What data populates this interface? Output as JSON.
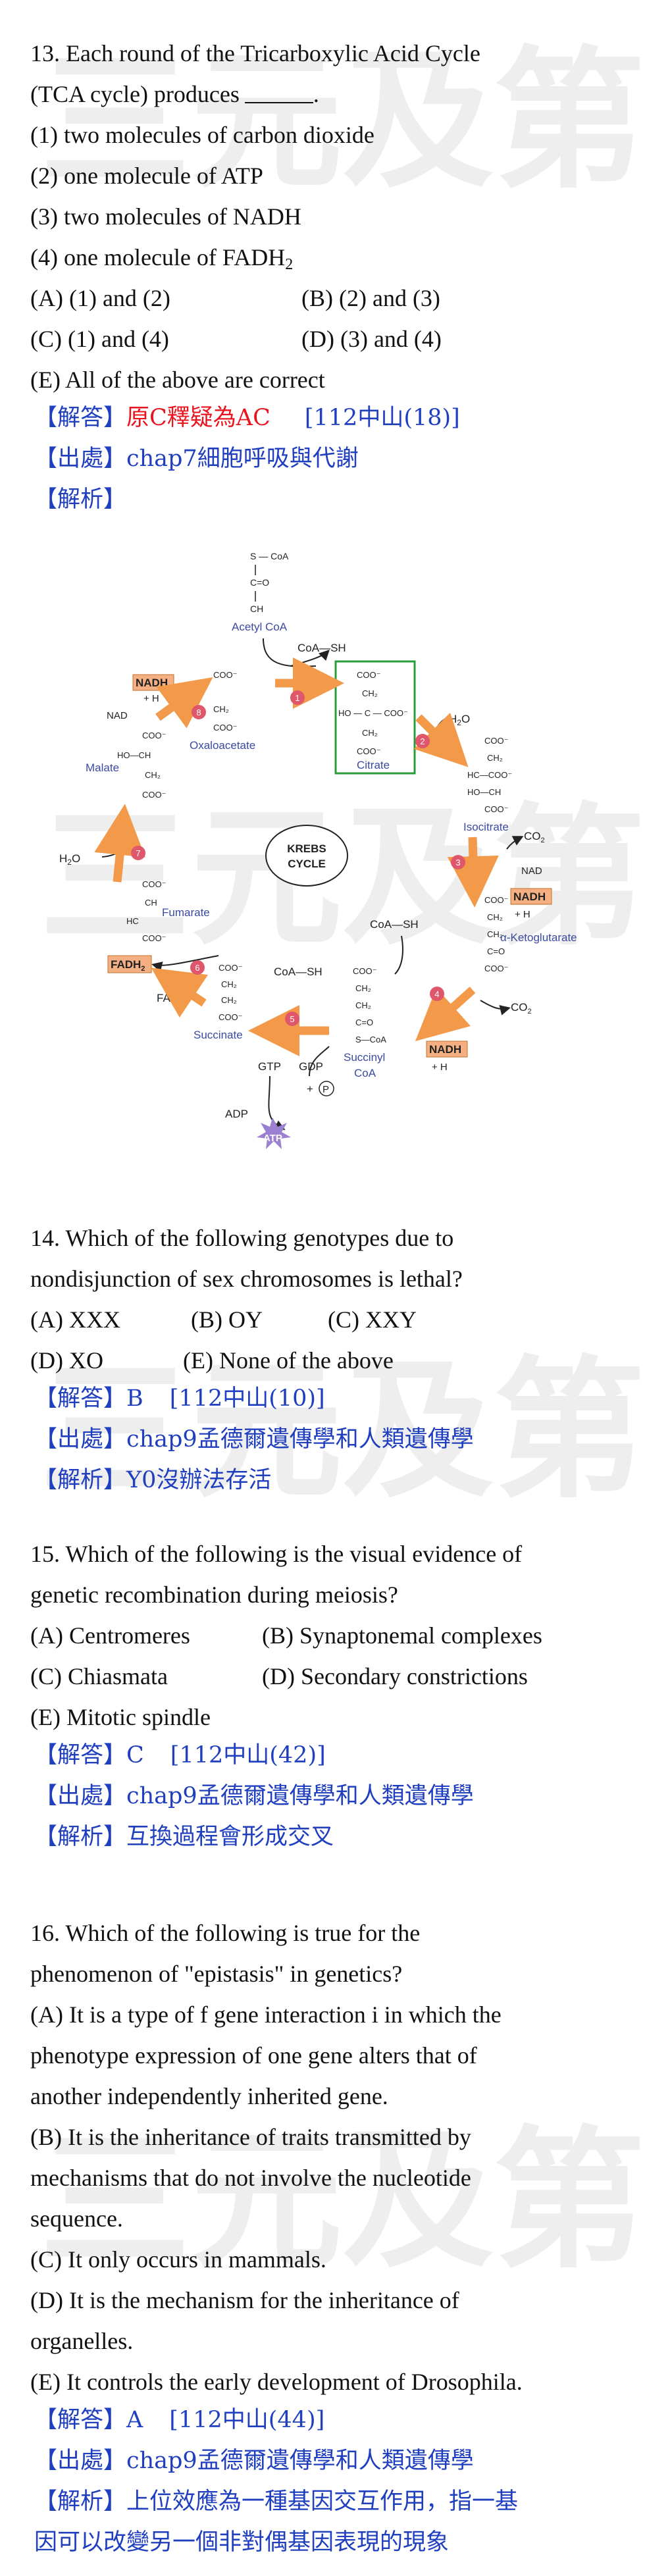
{
  "watermark": {
    "chars": [
      "三",
      "元",
      "及",
      "第"
    ]
  },
  "q13": {
    "stem_1": "13. Each round of the Tricarboxylic Acid Cycle",
    "stem_2": "(TCA cycle) produces",
    "stem_2_end": ".",
    "items": [
      "(1) two molecules of carbon dioxide",
      "(2) one molecule of ATP",
      "(3) two molecules of NADH",
      "(4) one molecule of FADH"
    ],
    "item4_sub": "2",
    "opt_a": "(A) (1) and (2)",
    "opt_b": "(B) (2) and (3)",
    "opt_c": "(C) (1) and (4)",
    "opt_d": "(D) (3) and (4)",
    "opt_e": "(E) All of the above are correct",
    "answer_label": "【解答】",
    "answer_value": "原C釋疑為AC",
    "answer_source": "[112中山(18)]",
    "source_label": "【出處】",
    "source_value": "chap7細胞呼吸與代謝",
    "analysis_label": "【解析】",
    "analysis_value": ""
  },
  "krebs": {
    "center_1": "KREBS",
    "center_2": "CYCLE",
    "acetyl_s": "S — CoA",
    "acetyl_c": "C=O",
    "acetyl_ch3": "CH",
    "acetyl_label": "Acetyl CoA",
    "coa_sh_top": "CoA—SH",
    "coa_sh_mid": "CoA—SH",
    "coa_sh_bottom": "CoA—SH",
    "h2o_top": "H",
    "h2o_left": "H",
    "h2o_o": "O",
    "oxaloacetate": "Oxaloacetate",
    "citrate": "Citrate",
    "isocitrate": "Isocitrate",
    "alpha_kg": "α-Ketoglutarate",
    "succinyl_coa_1": "Succinyl",
    "succinyl_coa_2": "CoA",
    "succinate": "Succinate",
    "fumarate": "Fumarate",
    "malate": "Malate",
    "nadh": "NADH",
    "nad_plus": "NAD",
    "h_plus": "+ H",
    "co2": "CO",
    "fadh2": "FADH",
    "fad": "FAD",
    "gtp": "GTP",
    "gdp": "GDP",
    "pi": "P",
    "adp": "ADP",
    "atp": "ATP",
    "steps": [
      "1",
      "2",
      "3",
      "4",
      "5",
      "6",
      "7",
      "8"
    ],
    "coo": "COO",
    "ch2": "CH",
    "colors": {
      "arrow": "#f29a4a",
      "step": "#e0566a",
      "label": "#3a4aa0",
      "box": "#f4b083",
      "citrate_box": "#2a9d3a",
      "atp": "#9b7fd1"
    }
  },
  "q14": {
    "stem_1": "14. Which of the following genotypes due to",
    "stem_2": "nondisjunction of sex chromosomes is lethal?",
    "opt_a": "(A) XXX",
    "opt_b": "(B) OY",
    "opt_c": "(C) XXY",
    "opt_d": "(D) XO",
    "opt_e": "(E) None of the above",
    "answer_label": "【解答】",
    "answer_value": "B",
    "answer_source": "[112中山(10)]",
    "source_label": "【出處】",
    "source_value": "chap9孟德爾遺傳學和人類遺傳學",
    "analysis_label": "【解析】",
    "analysis_value": "Y0沒辦法存活"
  },
  "q15": {
    "stem_1": "15. Which of the following is the visual evidence of",
    "stem_2": "genetic recombination during meiosis?",
    "opt_a": "(A) Centromeres",
    "opt_b": "(B) Synaptonemal complexes",
    "opt_c": "(C) Chiasmata",
    "opt_d": "(D) Secondary constrictions",
    "opt_e": "(E) Mitotic spindle",
    "answer_label": "【解答】",
    "answer_value": "C",
    "answer_source": "[112中山(42)]",
    "source_label": "【出處】",
    "source_value": "chap9孟德爾遺傳學和人類遺傳學",
    "analysis_label": "【解析】",
    "analysis_value": "互換過程會形成交叉"
  },
  "q16": {
    "stem_1": "16. Which of the following is true for the",
    "stem_2": "phenomenon of \"epistasis\" in genetics?",
    "a_1": "(A) It is a type of f gene interaction i in which the",
    "a_2": "phenotype expression of one gene alters that of",
    "a_3": "another independently inherited gene.",
    "b_1": "(B) It is the inheritance of traits transmitted by",
    "b_2": "mechanisms that do not involve the nucleotide",
    "b_3": "sequence.",
    "c_1": "(C) It only occurs in mammals.",
    "d_1": "(D) It is the mechanism for the inheritance of",
    "d_2": "organelles.",
    "e_1": "(E) It controls the early development of Drosophila.",
    "answer_label": "【解答】",
    "answer_value": "A",
    "answer_source": "[112中山(44)]",
    "source_label": "【出處】",
    "source_value": "chap9孟德爾遺傳學和人類遺傳學",
    "analysis_label": "【解析】",
    "analysis_value_1": "上位效應為一種基因交互作用，指一基",
    "analysis_value_2": "因可以改變另一個非對偶基因表現的現象"
  }
}
